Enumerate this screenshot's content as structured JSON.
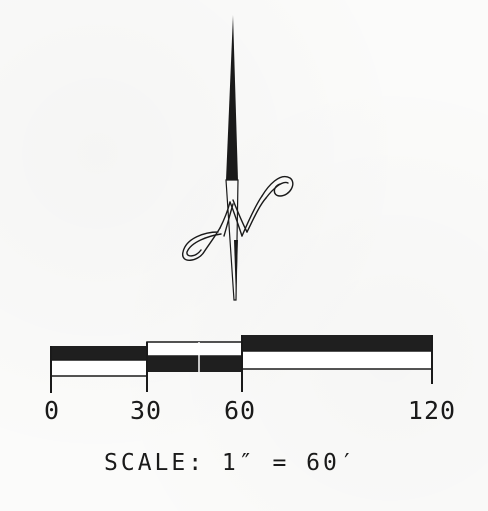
{
  "north_arrow": {
    "letter": "N"
  },
  "scale_bar": {
    "ticks": [
      "0",
      "30",
      "60",
      "120"
    ],
    "scale_text": "SCALE: 1″ = 60′",
    "colors": {
      "ink": "#1a1a1a",
      "paper": "#fbfbfa"
    }
  }
}
